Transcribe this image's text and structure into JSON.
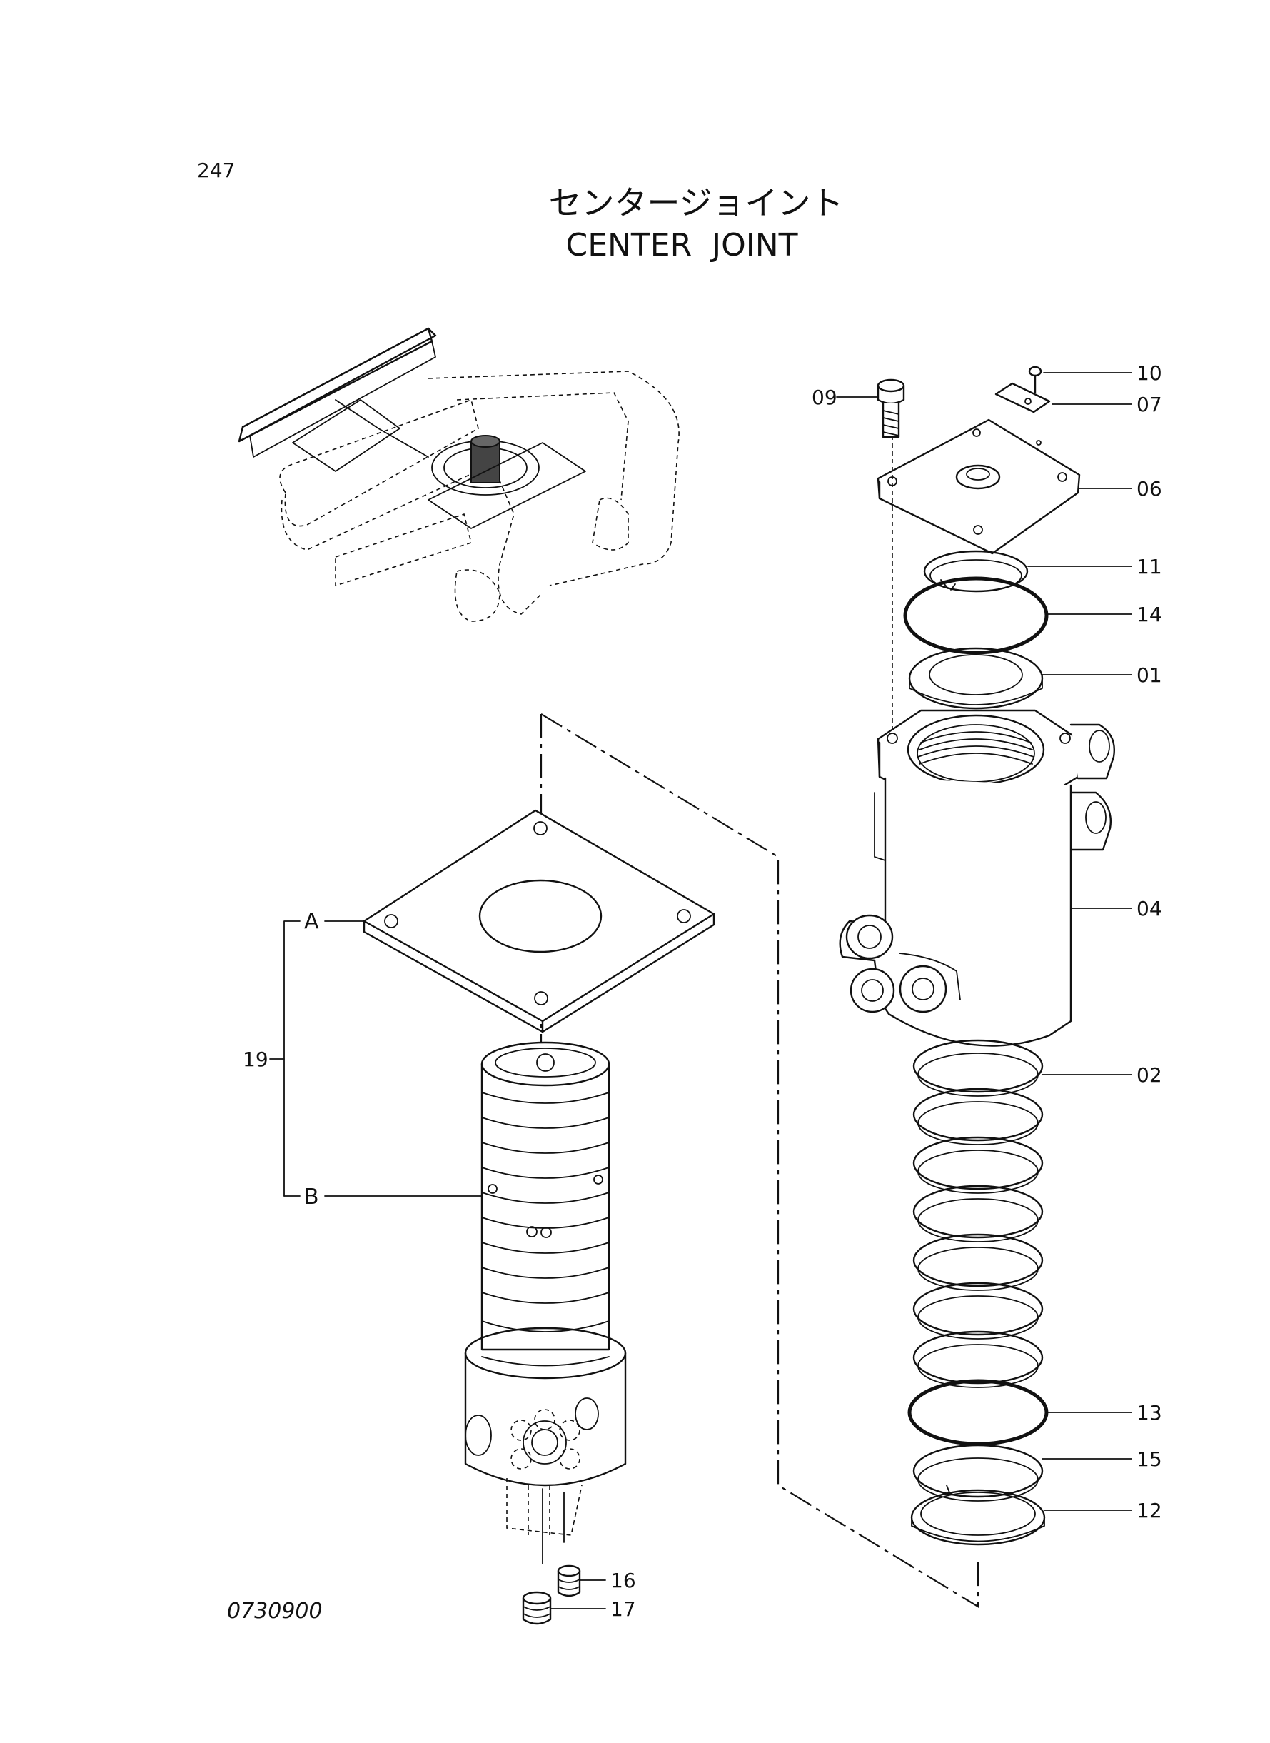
{
  "page": {
    "page_number": "247",
    "title_jp": "センタージョイント",
    "title_en": "CENTER  JOINT",
    "drawing_code": "0730900"
  },
  "callouts": {
    "p01": "01",
    "p02": "02",
    "p04": "04",
    "p06": "06",
    "p07": "07",
    "p09": "09",
    "p10": "10",
    "p11": "11",
    "p12": "12",
    "p13": "13",
    "p14": "14",
    "p15": "15",
    "p16": "16",
    "p17": "17",
    "p19": "19",
    "sub_a": "A",
    "sub_b": "B"
  },
  "colors": {
    "ink": "#111111",
    "paper": "#ffffff"
  }
}
